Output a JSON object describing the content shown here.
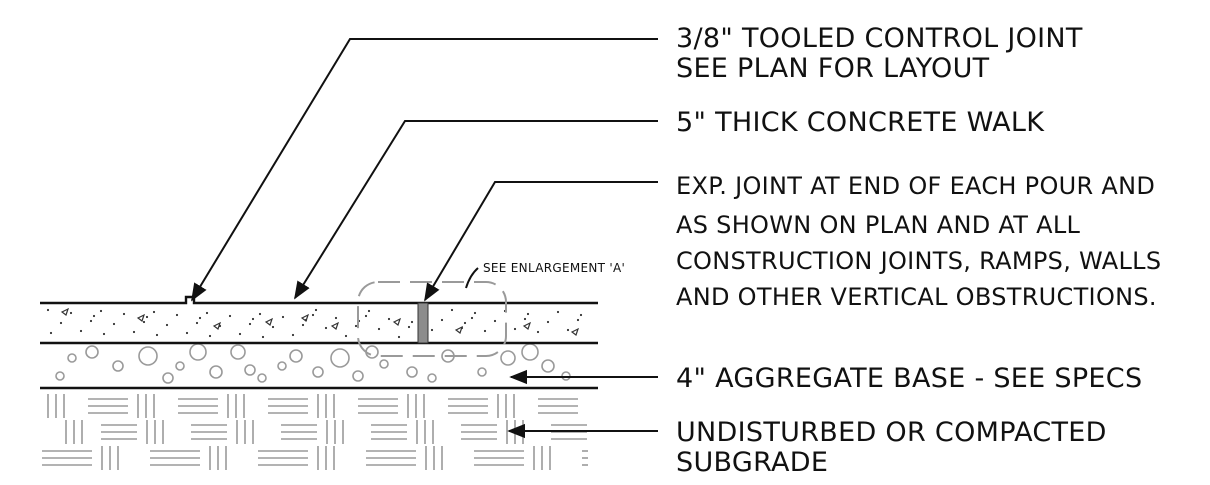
{
  "colors": {
    "ink": "#111111",
    "hatch": "#9a9a9a",
    "joint_fill": "#8c8c8c"
  },
  "callouts": {
    "control_joint": {
      "line1": "3/8\" TOOLED CONTROL JOINT",
      "line2": "SEE PLAN FOR LAYOUT"
    },
    "concrete_walk": {
      "line1": "5\" THICK CONCRETE WALK"
    },
    "expansion_joint": {
      "line1": "EXP. JOINT AT END OF EACH POUR AND",
      "line2": "AS  SHOWN ON PLAN AND AT ALL",
      "line3": "CONSTRUCTION JOINTS, RAMPS,  WALLS",
      "line4": "AND OTHER VERTICAL  OBSTRUCTIONS."
    },
    "enlargement_note": "SEE ENLARGEMENT 'A'",
    "aggregate_base": {
      "line1": "4\" AGGREGATE BASE - SEE SPECS"
    },
    "subgrade": {
      "line1": "UNDISTURBED OR COMPACTED",
      "line2": "SUBGRADE"
    }
  }
}
